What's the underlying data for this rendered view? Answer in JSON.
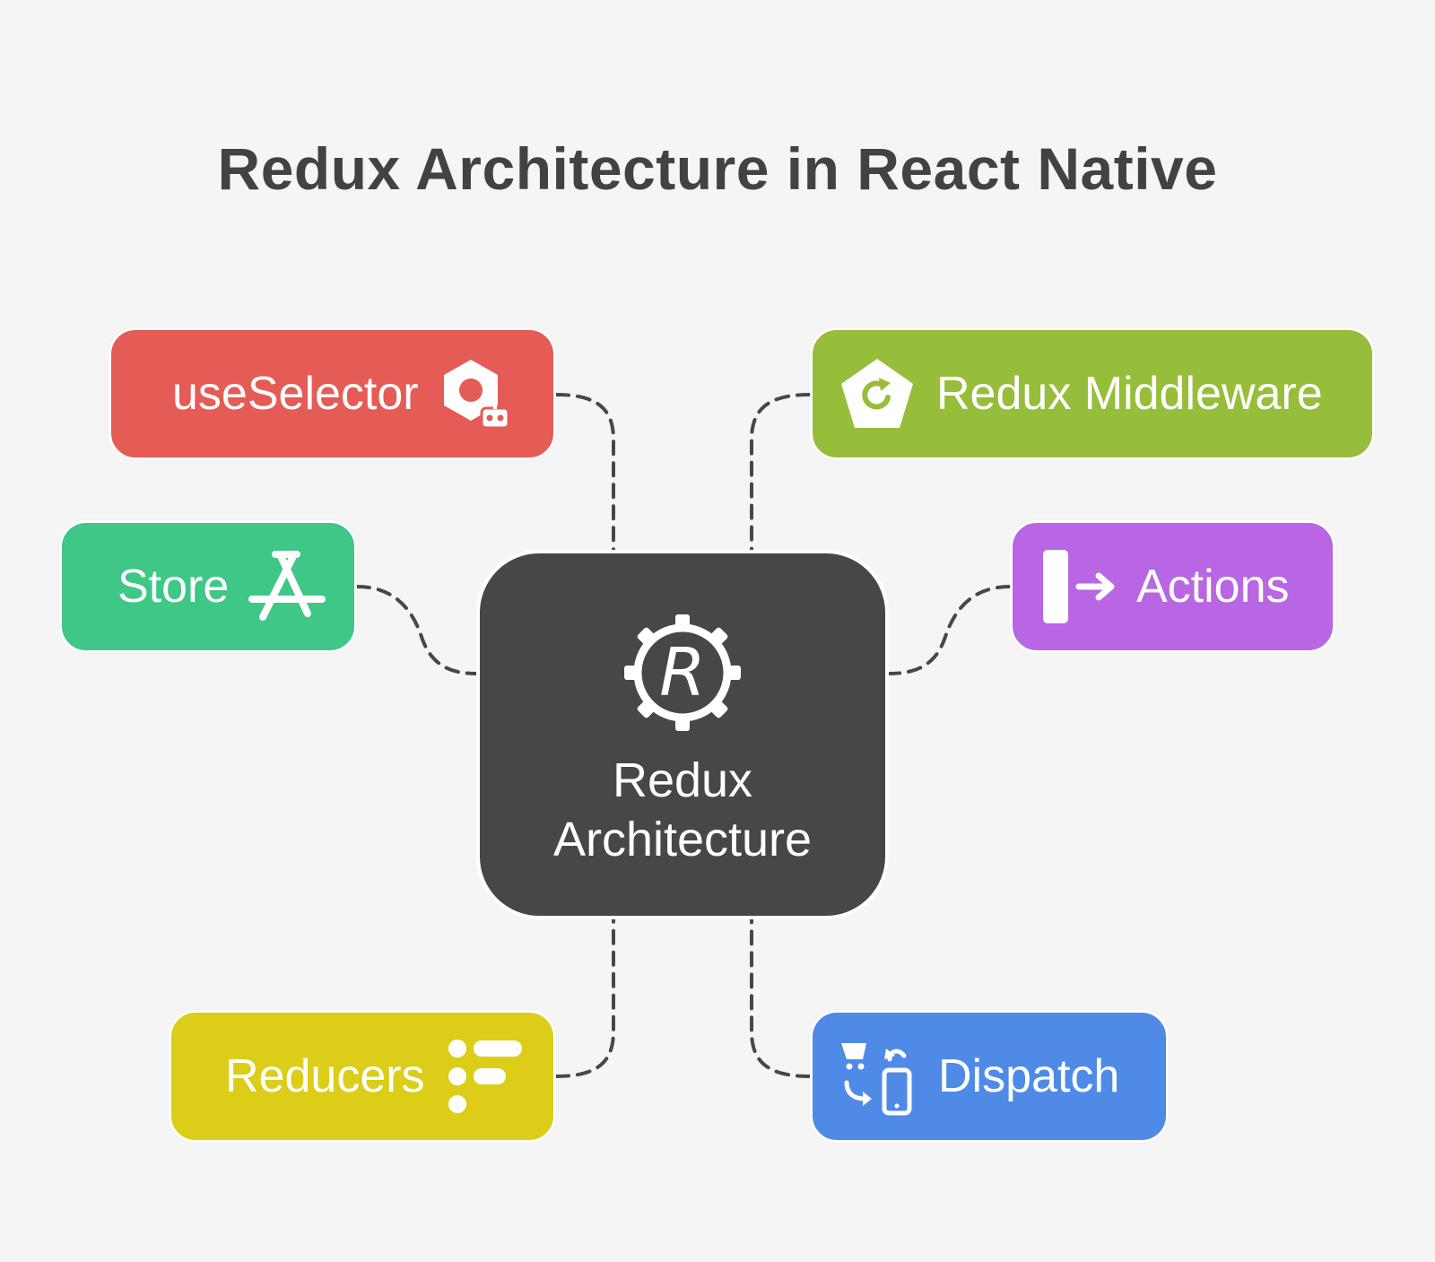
{
  "title": "Redux Architecture in React Native",
  "center": {
    "line1": "Redux",
    "line2": "Architecture",
    "icon": "redux-gear-icon",
    "color": "#474747"
  },
  "nodes": {
    "use_selector": {
      "label": "useSelector",
      "icon": "hexagon-robot-icon",
      "color": "#e55b55"
    },
    "redux_middleware": {
      "label": "Redux Middleware",
      "icon": "pentagon-refresh-icon",
      "color": "#96be3a"
    },
    "store": {
      "label": "Store",
      "icon": "app-store-icon",
      "color": "#3ec786"
    },
    "actions": {
      "label": "Actions",
      "icon": "bar-arrow-icon",
      "color": "#b866e3"
    },
    "reducers": {
      "label": "Reducers",
      "icon": "list-dots-icon",
      "color": "#dccd18"
    },
    "dispatch": {
      "label": "Dispatch",
      "icon": "cart-phone-exchange-icon",
      "color": "#4f8ae6"
    }
  }
}
